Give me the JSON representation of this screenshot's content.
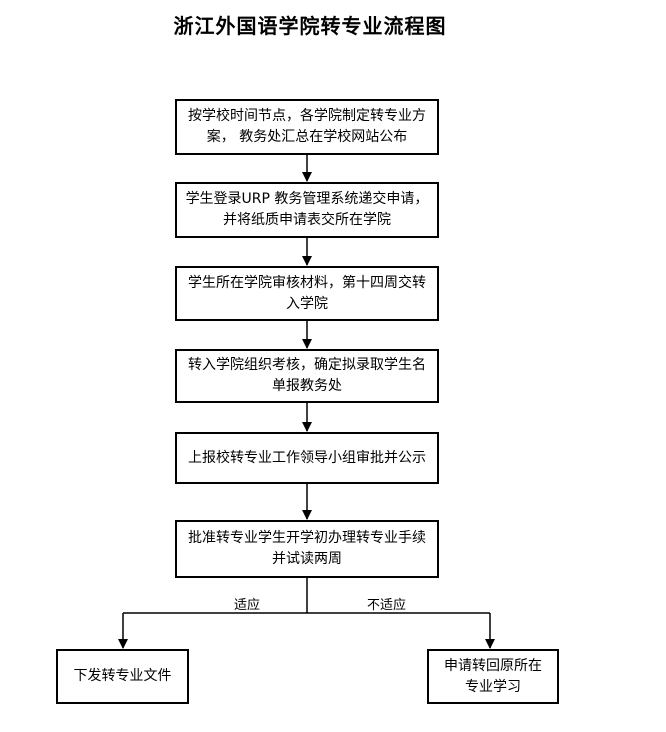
{
  "title": "浙江外国语学院转专业流程图",
  "steps": [
    {
      "line1": "按学校时间节点，各学院制定转专业方",
      "line2": "案，  教务处汇总在学校网站公布"
    },
    {
      "line1": "学生登录URP 教务管理系统递交申请，",
      "line2": "并将纸质申请表交所在学院"
    },
    {
      "line1": "学生所在学院审核材料，第十四周交转",
      "line2": "入学院"
    },
    {
      "line1": "转入学院组织考核，确定拟录取学生名",
      "line2": "单报教务处"
    },
    {
      "line1": "上报校转专业工作领导小组审批并公示"
    },
    {
      "line1": "批准转专业学生开学初办理转专业手续",
      "line2": "并试读两周"
    }
  ],
  "branches": {
    "left_label": "适应",
    "right_label": "不适应",
    "left_box": {
      "line1": "下发转专业文件"
    },
    "right_box": {
      "line1": "申请转回原所在",
      "line2": "专业学习"
    }
  }
}
